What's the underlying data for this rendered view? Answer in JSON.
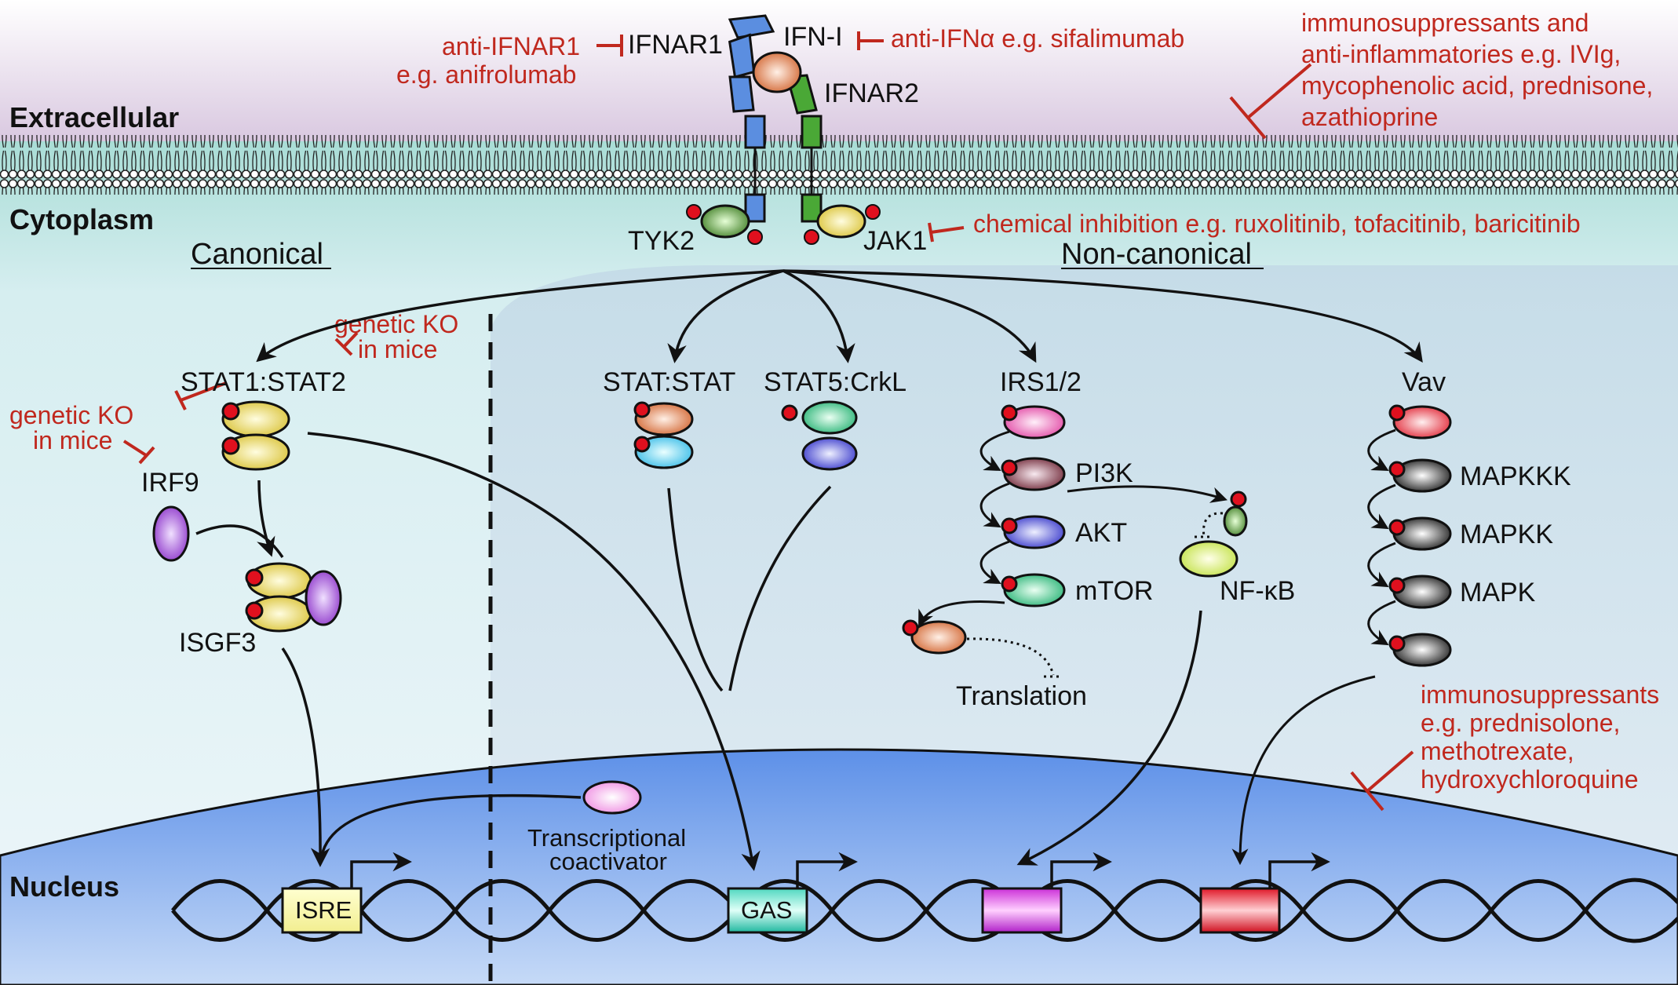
{
  "regions": {
    "extracellular": "Extracellular",
    "cytoplasm": "Cytoplasm",
    "nucleus": "Nucleus"
  },
  "pathways": {
    "canonical": "Canonical",
    "non_canonical": "Non-canonical"
  },
  "receptor": {
    "ifnar1": "IFNAR1",
    "ifnar2": "IFNAR2",
    "ifn": "IFN-I",
    "tyk2": "TYK2",
    "jak1": "JAK1"
  },
  "inhibitors": {
    "anti_ifnar1_line1": "anti-IFNAR1",
    "anti_ifnar1_line2": "e.g. anifrolumab",
    "anti_ifn": "anti-IFNα e.g. sifalimumab",
    "jak": "chemical inhibition e.g. ruxolitinib, tofacitinib, baricitinib",
    "immuno_top": [
      "immunosuppressants and",
      "anti-inflammatories e.g. IVIg,",
      "mycophenolic acid, prednisone,",
      "azathioprine"
    ],
    "immuno_bottom": [
      "immunosuppressants",
      "e.g. prednisolone,",
      "methotrexate,",
      "hydroxychloroquine"
    ],
    "ko_stat2": [
      "genetic KO",
      "in mice"
    ],
    "ko_stat1": [
      "genetic KO",
      "in mice"
    ]
  },
  "components": {
    "stat1_stat2": "STAT1:STAT2",
    "irf9": "IRF9",
    "isgf3": "ISGF3",
    "stat_stat": "STAT:STAT",
    "stat5_crkl": "STAT5:CrkL",
    "irs": "IRS1/2",
    "pi3k": "PI3K",
    "akt": "AKT",
    "mtor": "mTOR",
    "nfkb": "NF-κB",
    "translation": "Translation",
    "vav": "Vav",
    "mapkkk": "MAPKKK",
    "mapkk": "MAPKK",
    "mapk": "MAPK",
    "coactivator": [
      "Transcriptional",
      "coactivator"
    ]
  },
  "elements": {
    "isre": "ISRE",
    "gas": "GAS"
  },
  "colors": {
    "inhibition": "#c0281e",
    "ifnar1": "#5b8ee0",
    "ifnar2": "#4aa836",
    "phospho": "#e0101e",
    "nucleus": "#5d90e8"
  }
}
